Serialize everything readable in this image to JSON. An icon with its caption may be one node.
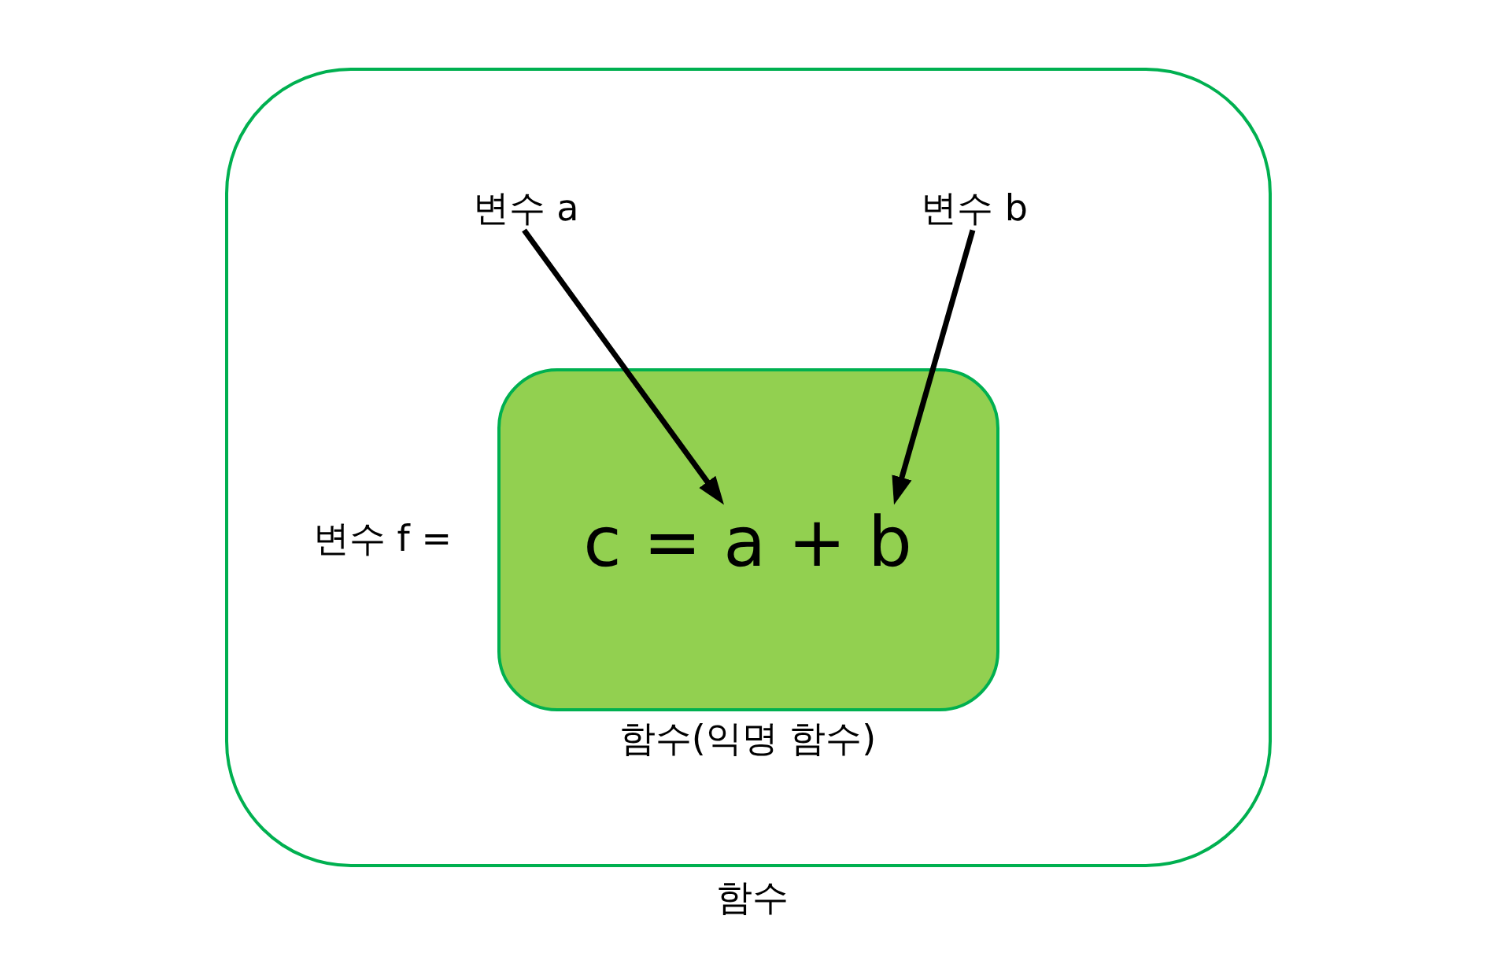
{
  "diagram": {
    "nodes": [
      {
        "text": [
          "함수"
        ]
      },
      {
        "text": [
          "변수 a"
        ],
        "in": 0
      },
      {
        "text": [
          "변수 b"
        ],
        "in": 0
      },
      {
        "text": [
          "함수(익명 함수)"
        ],
        "in": 0
      },
      {
        "text": [
          "c = a + b"
        ],
        "in": 3
      }
    ],
    "edges": [
      {
        "from": 1,
        "to": 4,
        "arrow": "to"
      },
      {
        "from": 2,
        "to": 4,
        "arrow": "to"
      }
    ],
    "labels": [
      "변수 f ="
    ]
  }
}
